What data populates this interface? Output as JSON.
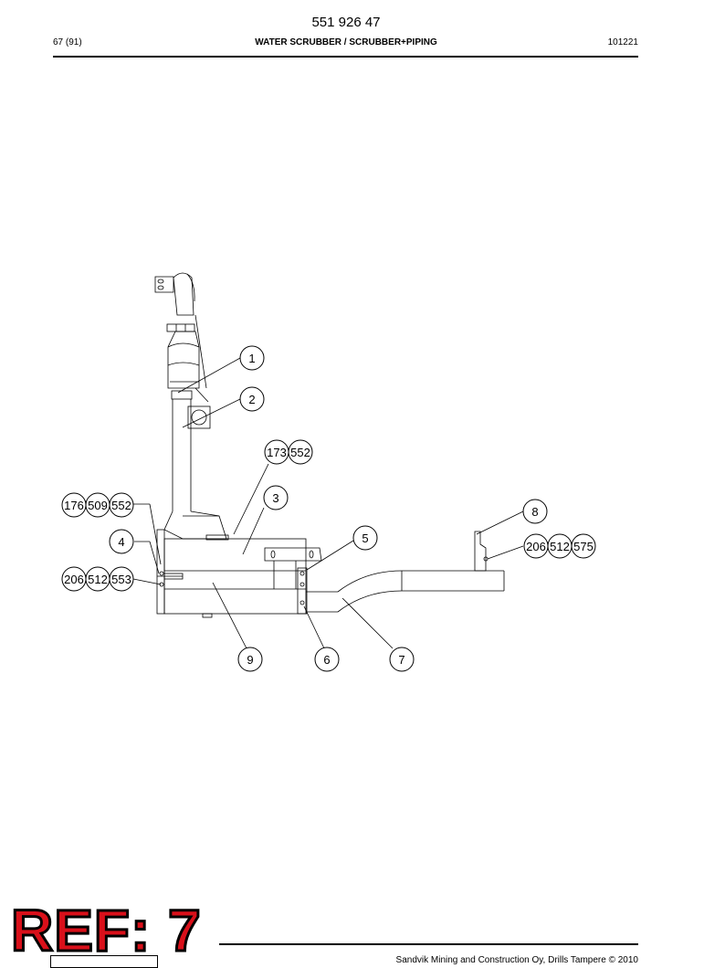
{
  "header": {
    "doc_number": "551 926 47",
    "page": "67 (91)",
    "title": "WATER SCRUBBER / SCRUBBER+PIPING",
    "date_code": "101221"
  },
  "callouts": {
    "c1": "1",
    "c2": "2",
    "c3": "3",
    "c4": "4",
    "c5": "5",
    "c6": "6",
    "c7": "7",
    "c8": "8",
    "c9": "9",
    "g173": "173",
    "g552a": "552",
    "g176": "176",
    "g509": "509",
    "g552b": "552",
    "g206a": "206",
    "g512a": "512",
    "g553": "553",
    "g206b": "206",
    "g512b": "512",
    "g575": "575"
  },
  "stamp": {
    "label": "REF: 7"
  },
  "footer": {
    "text": "Sandvik Mining and Construction Oy, Drills Tampere © 2010"
  }
}
